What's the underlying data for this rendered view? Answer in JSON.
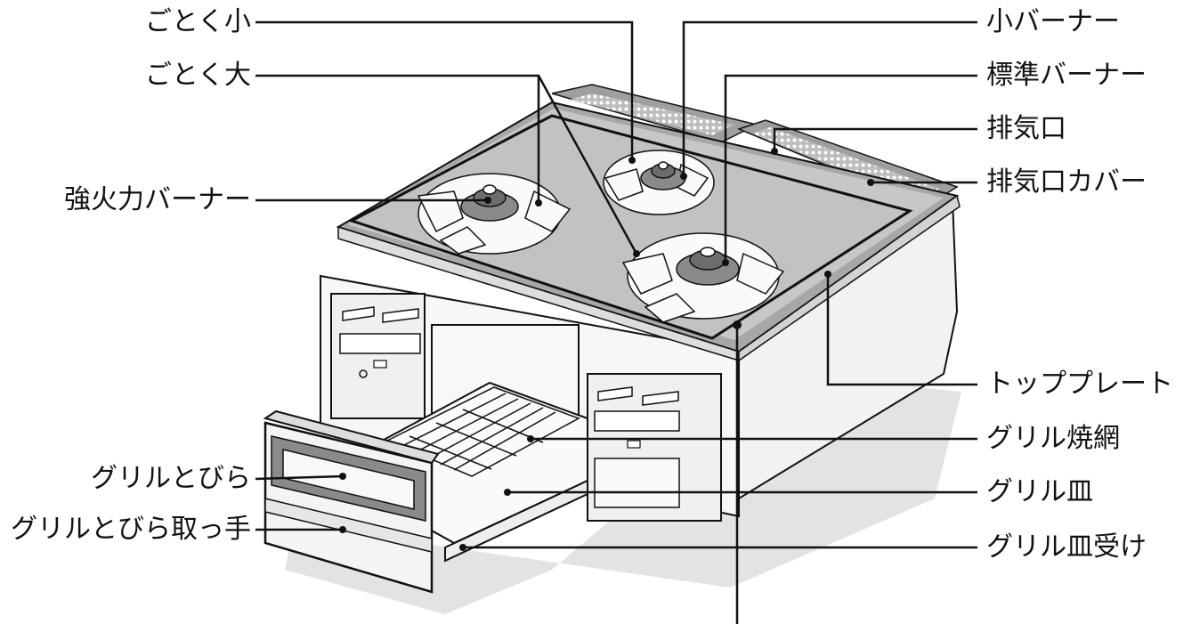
{
  "labels": {
    "gotoku_small": "ごとく小",
    "gotoku_large": "ごとく大",
    "high_power_burner": "強火力バーナー",
    "grill_door": "グリルとびら",
    "grill_door_handle": "グリルとびら取っ手",
    "small_burner": "小バーナー",
    "standard_burner": "標準バーナー",
    "exhaust_port": "排気口",
    "exhaust_port_cover": "排気口カバー",
    "top_plate": "トッププレート",
    "grill_net": "グリル焼網",
    "grill_pan": "グリル皿",
    "grill_pan_holder": "グリル皿受け"
  },
  "colors": {
    "line": "#111111",
    "top_plate": "#c4c4c4",
    "top_plate_edge": "#a9a9a9",
    "body": "#f3f3f3",
    "shadow": "#e1e1e1",
    "metal": "#8a8a8a",
    "exhaust": "#b9b9b9"
  }
}
